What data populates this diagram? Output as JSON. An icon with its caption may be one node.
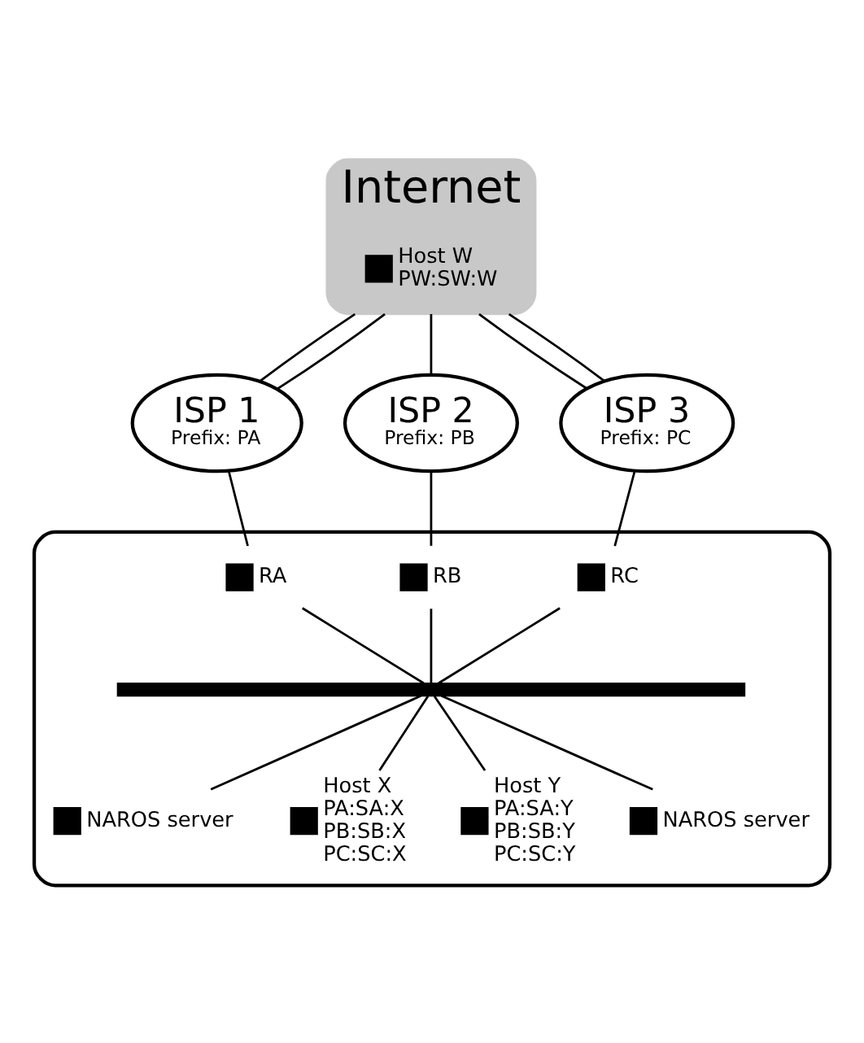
{
  "diagram": {
    "nodes": [
      {
        "text": [
          "Internet"
        ]
      },
      {
        "text": [],
        "shape": "box",
        "beside": [
          "Host W",
          "PW:SW:W"
        ],
        "in": 0
      },
      {
        "text": [
          "ISP 1",
          "Prefix: PA"
        ]
      },
      {
        "text": [
          "ISP 2",
          "Prefix: PB"
        ]
      },
      {
        "text": [
          "ISP 3",
          "Prefix: PC"
        ]
      },
      {
        "text": [],
        "shape": "box"
      },
      {
        "text": [],
        "shape": "box",
        "beside": [
          "RA"
        ],
        "in": 5
      },
      {
        "text": [],
        "shape": "box",
        "beside": [
          "RB"
        ],
        "in": 5
      },
      {
        "text": [],
        "shape": "box",
        "beside": [
          "RC"
        ],
        "in": 5
      },
      {
        "text": [],
        "shape": "bar",
        "in": 5
      },
      {
        "text": [],
        "shape": "box",
        "beside": [
          "NAROS server"
        ],
        "in": 5
      },
      {
        "text": [],
        "shape": "box",
        "beside": [
          "Host X",
          "PA:SA:X",
          "PB:SB:X",
          "PC:SC:X"
        ],
        "in": 5
      },
      {
        "text": [],
        "shape": "box",
        "beside": [
          "Host Y",
          "PA:SA:Y",
          "PB:SB:Y",
          "PC:SC:Y"
        ],
        "in": 5
      },
      {
        "text": [],
        "shape": "box",
        "beside": [
          "NAROS server"
        ],
        "in": 5
      }
    ],
    "edges": [
      {
        "from": 0,
        "to": 2,
        "arrow": "none"
      },
      {
        "from": 0,
        "to": 2,
        "arrow": "none"
      },
      {
        "from": 0,
        "to": 3,
        "arrow": "none"
      },
      {
        "from": 0,
        "to": 4,
        "arrow": "none"
      },
      {
        "from": 0,
        "to": 4,
        "arrow": "none"
      },
      {
        "from": 2,
        "to": 6,
        "arrow": "none"
      },
      {
        "from": 3,
        "to": 7,
        "arrow": "none"
      },
      {
        "from": 4,
        "to": 8,
        "arrow": "none"
      },
      {
        "from": 6,
        "to": 9,
        "arrow": "none"
      },
      {
        "from": 7,
        "to": 9,
        "arrow": "none"
      },
      {
        "from": 8,
        "to": 9,
        "arrow": "none"
      },
      {
        "from": 9,
        "to": 10,
        "arrow": "none"
      },
      {
        "from": 9,
        "to": 11,
        "arrow": "none"
      },
      {
        "from": 9,
        "to": 12,
        "arrow": "none"
      },
      {
        "from": 9,
        "to": 13,
        "arrow": "none"
      }
    ]
  }
}
